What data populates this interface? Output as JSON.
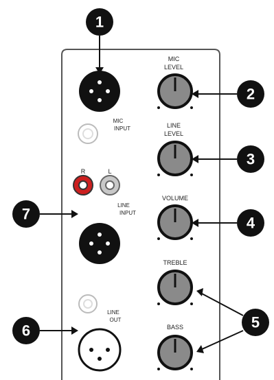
{
  "callouts": [
    "1",
    "2",
    "3",
    "4",
    "5",
    "6",
    "7"
  ],
  "labels": {
    "mic_level": [
      "MIC",
      "LEVEL"
    ],
    "mic_input": [
      "MIC",
      "INPUT"
    ],
    "line_level": [
      "LINE",
      "LEVEL"
    ],
    "rca_r": "R",
    "rca_l": "L",
    "line_input": [
      "LINE",
      "INPUT"
    ],
    "volume": "VOLUME",
    "treble": "TREBLE",
    "line_out": [
      "LINE",
      "OUT"
    ],
    "bass": "BASS"
  },
  "colors": {
    "panel_stroke": "#555555",
    "callout_fill": "#111111",
    "knob_fill": "#8a8a8a",
    "rca_red": "#cc1f1f"
  }
}
